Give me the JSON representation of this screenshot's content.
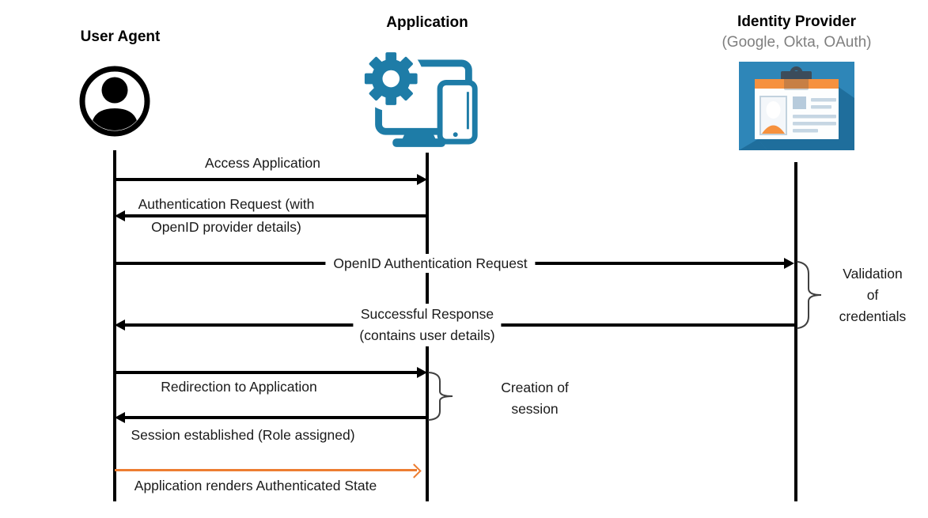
{
  "actors": {
    "user_agent": {
      "label": "User Agent"
    },
    "application": {
      "label": "Application"
    },
    "identity_provider": {
      "label": "Identity Provider",
      "subtitle": "(Google, Okta, OAuth)"
    }
  },
  "messages": {
    "access_application": {
      "label": "Access Application",
      "from": "User Agent",
      "to": "Application"
    },
    "authentication_request": {
      "label_line1": "Authentication Request (with",
      "label_line2": "OpenID provider details)",
      "from": "Application",
      "to": "User Agent"
    },
    "openid_authentication_request": {
      "label": "OpenID Authentication Request",
      "from": "User Agent",
      "to": "Identity Provider"
    },
    "successful_response": {
      "label_line1": "Successful Response",
      "label_line2": "(contains user details)",
      "from": "Identity Provider",
      "to": "User Agent"
    },
    "redirection_to_application": {
      "label": "Redirection to Application",
      "from": "User Agent",
      "to": "Application"
    },
    "session_established": {
      "label": "Session established (Role assigned)",
      "from": "Application",
      "to": "User Agent"
    },
    "application_renders": {
      "label": "Application renders Authenticated State",
      "from": "User Agent",
      "to": "Application"
    }
  },
  "annotations": {
    "validation_of_credentials": {
      "line1": "Validation",
      "line2": "of",
      "line3": "credentials"
    },
    "creation_of_session": {
      "line1": "Creation of",
      "line2": "session"
    }
  },
  "colors": {
    "arrow_black": "#000000",
    "arrow_orange": "#ED7D31",
    "app_icon_teal": "#1E7CA7",
    "idp_bg_blue": "#2E86B8",
    "idp_shadow_blue": "#1F6E9C",
    "idp_accent_orange": "#F6913E",
    "idp_clip_slate": "#3D4D5B",
    "subtitle_gray": "#7F7F7F"
  }
}
